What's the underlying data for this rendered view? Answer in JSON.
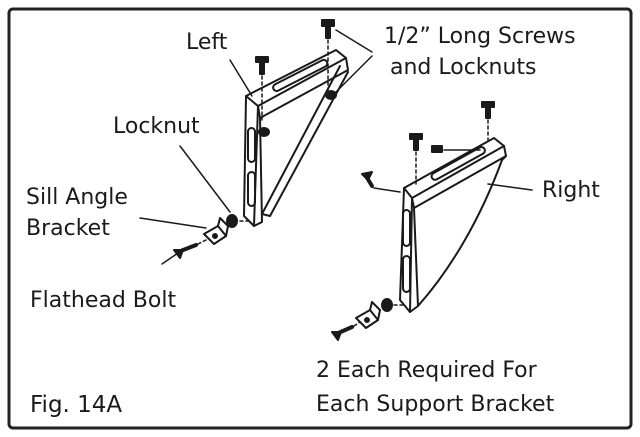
{
  "labels": {
    "left": "Left",
    "screws_line1": "1/2” Long Screws",
    "screws_line2": "and Locknuts",
    "locknut": "Locknut",
    "sill_line1": "Sill Angle",
    "sill_line2": "Bracket",
    "right": "Right",
    "flathead": "Flathead Bolt",
    "required_line1": "2 Each Required For",
    "required_line2": "Each Support Bracket",
    "fig": "Fig. 14A"
  },
  "colors": {
    "ink": "#1a1a1a",
    "frame": "#222222",
    "background": "#ffffff"
  }
}
